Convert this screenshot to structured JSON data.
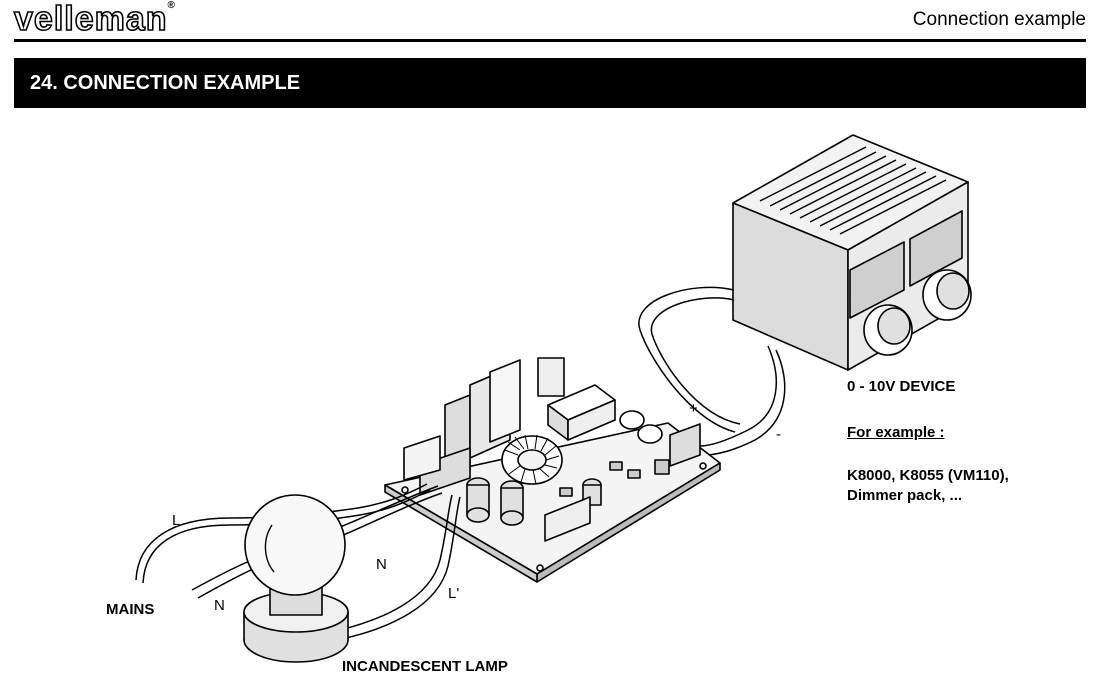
{
  "header": {
    "logo_text": "velleman",
    "page_label": "Connection example"
  },
  "section": {
    "title": "24. CONNECTION EXAMPLE"
  },
  "labels": {
    "device_title": "0 - 10V DEVICE",
    "for_example": "For example :",
    "example_line1": "K8000, K8055 (VM110),",
    "example_line2": "Dimmer pack, ...",
    "mains": "MAINS",
    "wire_l": "L",
    "wire_n_mains": "N",
    "wire_n_lamp": "N",
    "wire_l_prime": "L'",
    "plus": "+",
    "minus": "-",
    "lamp": "INCANDESCENT LAMP"
  }
}
